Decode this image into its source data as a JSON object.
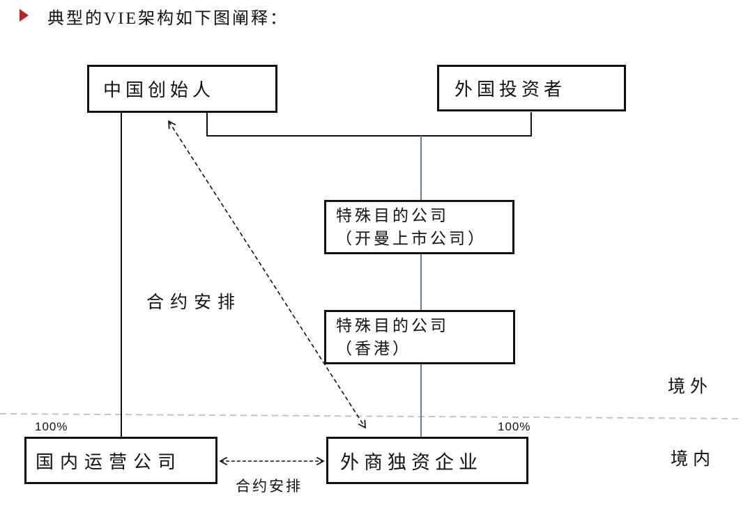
{
  "title": {
    "bullet_icon": "triangle-right-bullet",
    "text": "典型的VIE架构如下图阐释："
  },
  "diagram": {
    "boxes": {
      "china_founder": {
        "label": "中国创始人"
      },
      "foreign_investors": {
        "label": "外国投资者"
      },
      "spv_cayman": {
        "line1": "特殊目的公司",
        "line2": "（开曼上市公司）"
      },
      "spv_hk": {
        "line1": "特殊目的公司",
        "line2": "（香港）"
      },
      "domestic_opco": {
        "label": "国内运营公司"
      },
      "wfoe": {
        "label": "外商独资企业"
      }
    },
    "labels": {
      "contract_arrangement_mid": "合约安排",
      "contract_arrangement_bottom": "合约安排",
      "equity_pct_left": "100%",
      "equity_pct_right": "100%",
      "offshore": "境外",
      "onshore": "境内"
    },
    "colors": {
      "accent_red": "#b5232a",
      "equity_line_blue": "#6a7a9c",
      "line_black": "#111111",
      "separator_gray": "#c4c4c4"
    }
  }
}
